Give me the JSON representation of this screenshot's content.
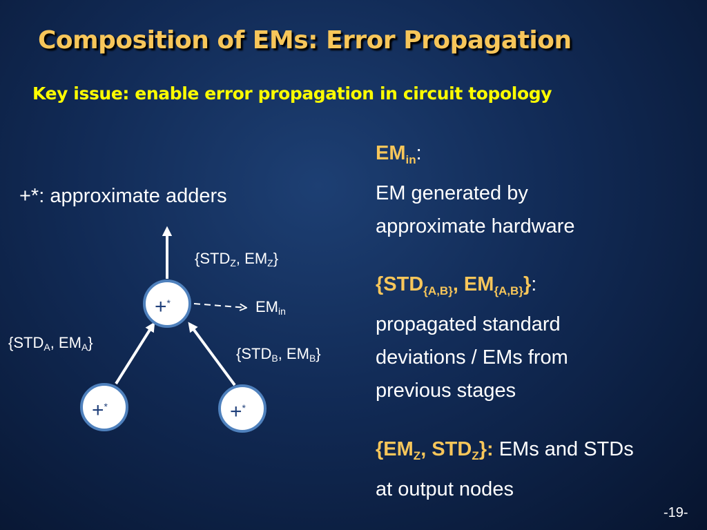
{
  "slide": {
    "title": "Composition of EMs: Error Propagation",
    "subtitle": "Key issue: enable error propagation in circuit topology",
    "page_number": "-19-"
  },
  "diagram": {
    "legend": "+*: approximate adders",
    "node_symbol": "+",
    "node_sup": "*",
    "label_z": {
      "a": "{STD",
      "s1": "Z",
      "b": ", EM",
      "s2": "Z",
      "c": "}"
    },
    "label_a": {
      "a": "{STD",
      "s1": "A",
      "b": ", EM",
      "s2": "A",
      "c": "}"
    },
    "label_b": {
      "a": "{STD",
      "s1": "B",
      "b": ", EM",
      "s2": "B",
      "c": "}"
    },
    "label_em": {
      "a": "EM",
      "s": "in"
    }
  },
  "explanations": {
    "em_in": {
      "head": "EM",
      "sub": "in",
      "colon": ":",
      "lines": [
        "EM generated by",
        "approximate hardware"
      ]
    },
    "std_em": {
      "p1": "{STD",
      "s1": "{A,B}",
      "p2": ", EM",
      "s2": "{A,B}",
      "p3": "}",
      "colon": ":",
      "lines": [
        "propagated standard",
        "deviations / EMs from",
        "previous stages"
      ]
    },
    "em_std_z": {
      "p1": "{EM",
      "s1": "Z",
      "p2": ", STD",
      "s2": "Z",
      "p3": "}:",
      "rest": " EMs and STDs",
      "line2": "at output nodes"
    }
  },
  "colors": {
    "title": "#f7c65a",
    "subtitle": "#ffff00",
    "highlight": "#f7c65a",
    "node_fill": "#ffffff",
    "node_border": "#4f81bd",
    "node_text": "#1f3f7a"
  }
}
